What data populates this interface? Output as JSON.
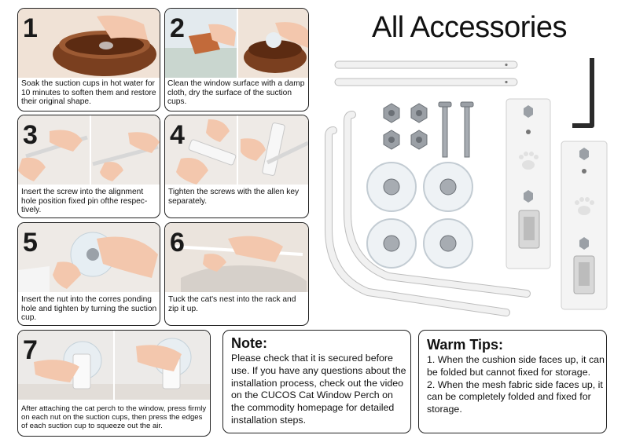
{
  "title": "All Accessories",
  "steps": [
    {
      "number": "1",
      "caption": "Soak the suction cups in hot water for 10 minutes to soften them and restore their original shape."
    },
    {
      "number": "2",
      "caption": "Clean the window surface with a damp cloth, dry the surface of the suction cups."
    },
    {
      "number": "3",
      "caption": "Insert the screw into the alignment hole position fixed pin ofthe respec-tively."
    },
    {
      "number": "4",
      "caption": "Tighten the screws with the allen key separately."
    },
    {
      "number": "5",
      "caption": "Insert the nut into the corres ponding hole and tighten by turning the suction cup."
    },
    {
      "number": "6",
      "caption": "Tuck the cat's nest into the rack and zip it up."
    },
    {
      "number": "7",
      "caption": "After attaching the cat perch to the window, press firmly on each nut on the suction cups, then press the edges of each suction cup to squeeze out the air."
    }
  ],
  "note": {
    "heading": "Note:",
    "body": "Please check that it is secured before use. If you have any questions about the installation process, check out the video on the CUCOS Cat Window Perch on the commodity homepage for detailed installation steps."
  },
  "warm_tips": {
    "heading": "Warm Tips:",
    "tips": [
      "1. When the cushion side faces up, it can be folded but cannot fixed for storage.",
      "2. When the mesh fabric side faces up, it can be completely folded and fixed for storage."
    ]
  },
  "colors": {
    "border": "#222222",
    "photo_bg": "#ece3da",
    "metal": "#8a8f96",
    "white_part": "#f1f1f1"
  }
}
